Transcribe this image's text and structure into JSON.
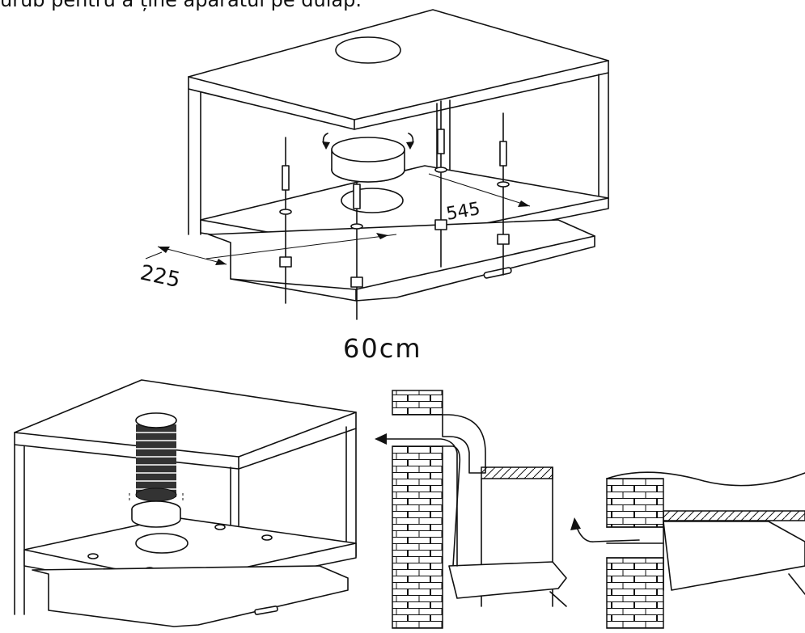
{
  "caption": "urub pentru a ține aparatul pe dulap.",
  "top_diagram": {
    "dim_depth": "225",
    "dim_spacing": "545",
    "dim_height": "60cm"
  },
  "colors": {
    "line": "#111111",
    "background": "#ffffff"
  }
}
